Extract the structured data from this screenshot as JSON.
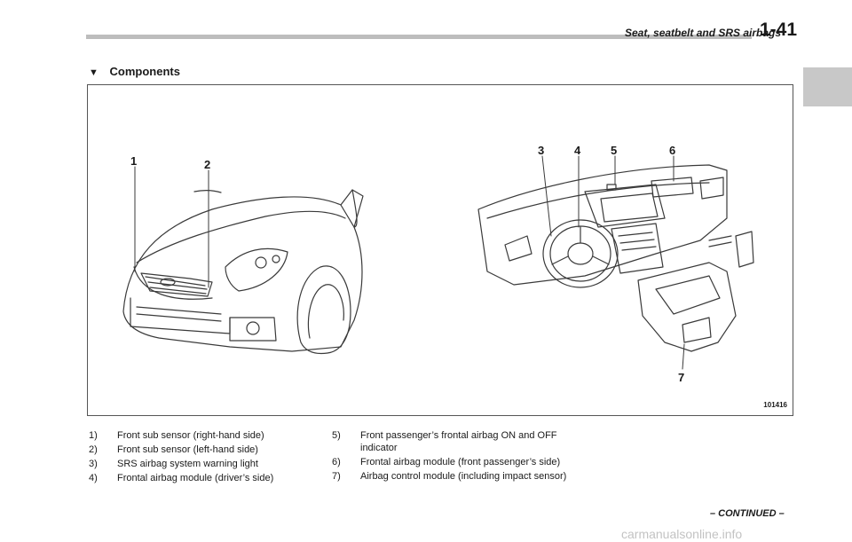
{
  "header": {
    "title": "Seat, seatbelt and SRS airbags",
    "page_number": "1-41"
  },
  "section": {
    "marker": "▼",
    "heading": "Components"
  },
  "figure": {
    "id": "101416",
    "callouts": [
      "1",
      "2",
      "3",
      "4",
      "5",
      "6",
      "7"
    ]
  },
  "legend": {
    "left": [
      {
        "num": "1)",
        "text": "Front sub sensor (right-hand side)"
      },
      {
        "num": "2)",
        "text": "Front sub sensor (left-hand side)"
      },
      {
        "num": "3)",
        "text": "SRS airbag system warning light"
      },
      {
        "num": "4)",
        "text": "Frontal airbag module (driver’s side)"
      }
    ],
    "right": [
      {
        "num": "5)",
        "text": "Front passenger’s frontal airbag ON and OFF indicator"
      },
      {
        "num": "6)",
        "text": "Frontal airbag module (front passenger’s side)"
      },
      {
        "num": "7)",
        "text": "Airbag control module (including impact sensor)"
      }
    ]
  },
  "footer": {
    "continued": "– CONTINUED –",
    "watermark": "carmanualsonline.info"
  }
}
